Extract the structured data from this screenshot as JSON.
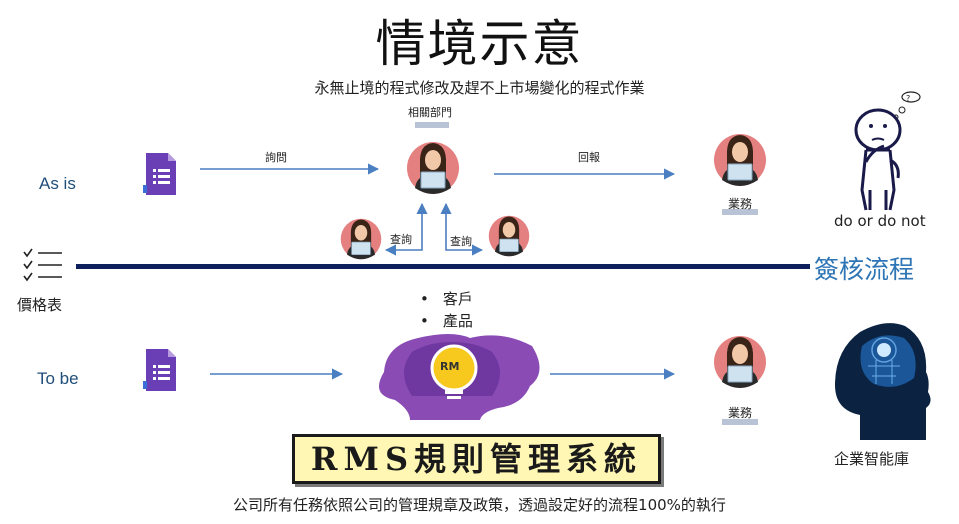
{
  "header": {
    "title": "情境示意",
    "subtitle": "永無止境的程式修改及趕不上市場變化的程式作業"
  },
  "as_is": {
    "label": "As is",
    "dept_label": "相關部門",
    "ask_label": "詢問",
    "reply_label": "回報",
    "query_left_label": "查詢",
    "query_right_label": "查詢",
    "sales_label": "業務",
    "think_caption": "do or do not"
  },
  "divider": {
    "price_list_label": "價格表",
    "approval_label": "簽核流程"
  },
  "to_be": {
    "label": "To be",
    "bullets": [
      "客戶",
      "產品"
    ],
    "rm_label": "RM",
    "sales_label": "業務",
    "brain_caption": "企業智能庫"
  },
  "rms_title": "RMS規則管理系統",
  "footer": "公司所有任務依照公司的管理規章及政策，透過設定好的流程100%的執行",
  "colors": {
    "arrow": "#4a7fc1",
    "divider": "#0d1f5c",
    "approval_text": "#2e75b6",
    "form_icon": "#6a3fb5",
    "head_icon": "#8a4bb5",
    "bulb": "#f7c81e",
    "person_bg": "#e58080",
    "rms_box": "#fff7b3"
  }
}
